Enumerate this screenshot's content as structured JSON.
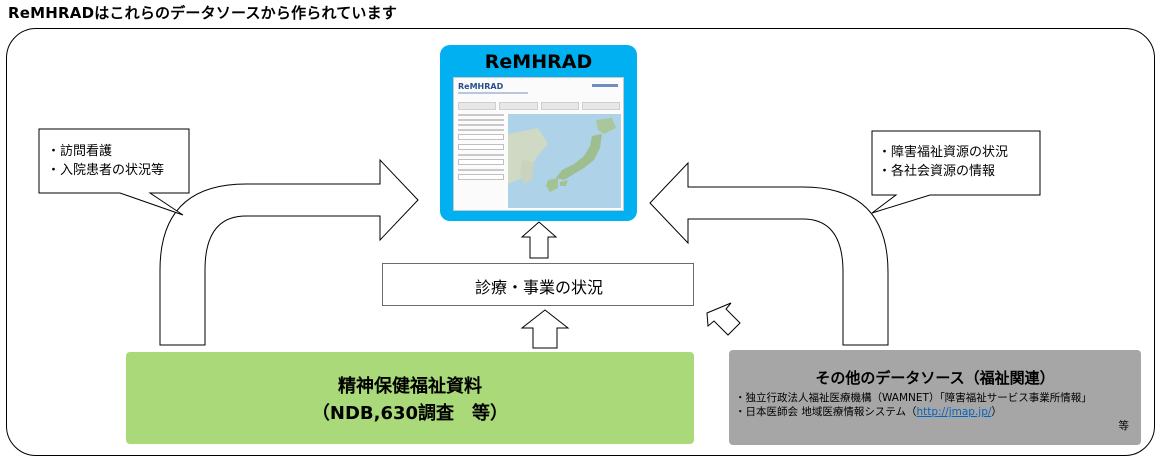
{
  "page_title": "ReMHRADはこれらのデータソースから作られています",
  "remhrad": {
    "title": "ReMHRAD",
    "screenshot_logo": "ReMHRAD"
  },
  "shinryo": {
    "label": "診療・事業の状況"
  },
  "callout_left": {
    "items": [
      "・訪問看護",
      "・入院患者の状況等"
    ]
  },
  "callout_right": {
    "items": [
      "・障害福祉資源の状況",
      "・各社会資源の情報"
    ]
  },
  "seishin": {
    "line1": "精神保健福祉資料",
    "line2": "（NDB,630調査　等）"
  },
  "other": {
    "title": "その他のデータソース（福祉関連）",
    "item1": "・独立行政法人福祉医療機構（WAMNET）「障害福祉サービス事業所情報」",
    "item2_prefix": "・日本医師会 地域医療情報システム（",
    "item2_link": "http://jmap.jp/",
    "item2_suffix": "）",
    "etc": "等"
  },
  "colors": {
    "remhrad_bg": "#00b0f0",
    "seishin_bg": "#a9d978",
    "other_bg": "#a6a6a6",
    "link": "#0563c1"
  }
}
